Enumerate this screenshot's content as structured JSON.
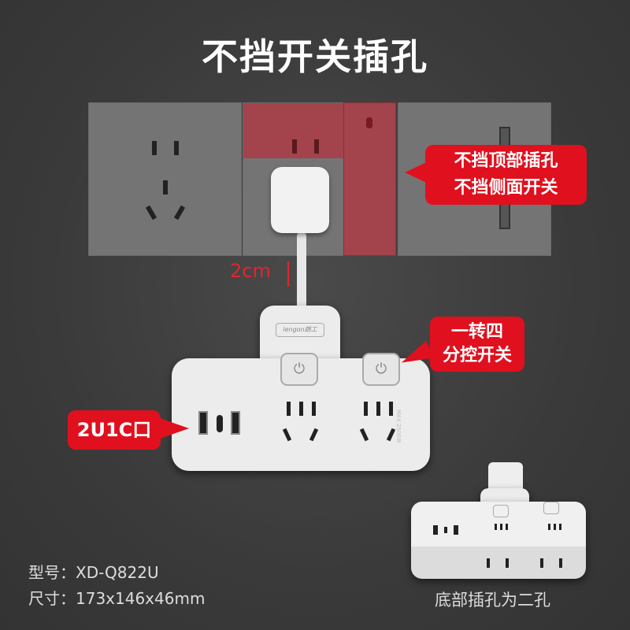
{
  "title": "不挡开关插孔",
  "wall_callout": {
    "line1": "不挡顶部插孔",
    "line2": "不挡侧面开关"
  },
  "measure_label": "2cm",
  "brand": "lengon朗工",
  "rating": "MAX 2500W",
  "switch_callout": {
    "line1": "一转四",
    "line2": "分控开关"
  },
  "usb_callout": "2U1C口",
  "specs": {
    "model": "型号：XD-Q822U",
    "size": "尺寸：173x146x46mm"
  },
  "bottom_caption": "底部插孔为二孔",
  "colors": {
    "accent_red": "#e0101e",
    "overlay_red": "#a3434b",
    "background": "#3a3a3a"
  }
}
